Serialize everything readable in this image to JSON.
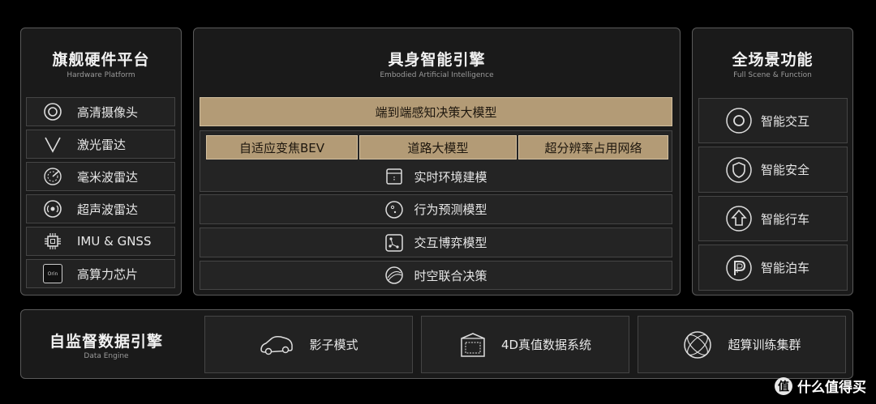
{
  "hardware": {
    "title": "旗舰硬件平台",
    "subtitle": "Hardware Platform",
    "items": [
      {
        "label": "高清摄像头",
        "icon": "camera-icon"
      },
      {
        "label": "激光雷达",
        "icon": "lidar-icon"
      },
      {
        "label": "毫米波雷达",
        "icon": "mmwave-radar-icon"
      },
      {
        "label": "超声波雷达",
        "icon": "ultrasonic-radar-icon"
      },
      {
        "label": "IMU & GNSS",
        "icon": "chip-icon"
      },
      {
        "label": "高算力芯片",
        "icon": "orin-chip-icon",
        "chip_text": "Orin"
      }
    ]
  },
  "ai": {
    "title": "具身智能引擎",
    "subtitle": "Embodied Artificial Intelligence",
    "top_bar": "端到端感知决策大模型",
    "perception_tabs": [
      "自适应变焦BEV",
      "道路大模型",
      "超分辨率占用网络"
    ],
    "rows": [
      {
        "label": "实时环境建模",
        "icon": "environment-model-icon"
      },
      {
        "label": "行为预测模型",
        "icon": "behavior-prediction-icon"
      },
      {
        "label": "交互博弈模型",
        "icon": "interaction-game-icon"
      },
      {
        "label": "时空联合决策",
        "icon": "spacetime-decision-icon"
      }
    ]
  },
  "functions": {
    "title": "全场景功能",
    "subtitle": "Full Scene & Function",
    "items": [
      {
        "label": "智能交互",
        "icon": "interaction-icon"
      },
      {
        "label": "智能安全",
        "icon": "shield-icon"
      },
      {
        "label": "智能行车",
        "icon": "driving-arrow-icon"
      },
      {
        "label": "智能泊车",
        "icon": "parking-icon"
      }
    ]
  },
  "data_engine": {
    "title": "自监督数据引擎",
    "subtitle": "Data Engine",
    "items": [
      {
        "label": "影子模式",
        "icon": "car-icon"
      },
      {
        "label": "4D真值数据系统",
        "icon": "data-box-icon"
      },
      {
        "label": "超算训练集群",
        "icon": "cluster-icon"
      }
    ]
  },
  "watermark": {
    "logo_char": "值",
    "text": "什么值得买"
  },
  "colors": {
    "gold": "#b39b76",
    "panel": "#1a1a1a",
    "border": "#5a5a5a",
    "background": "#000000"
  }
}
